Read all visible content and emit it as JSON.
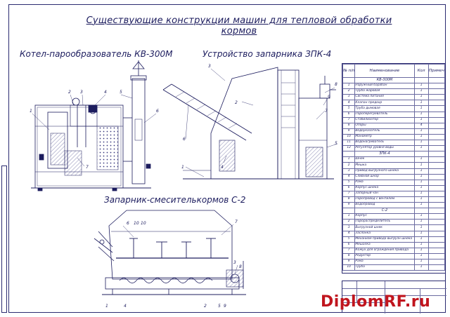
{
  "title": "Существующие конструкции машин для тепловой обработки кормов",
  "sections": {
    "kv": {
      "caption": "Котел-парообразователь КВ-300М"
    },
    "epk": {
      "caption": "Устройство запарника ЗПК-4"
    },
    "c2": {
      "caption": "Запарник-смесителькормов С-2"
    }
  },
  "callouts": {
    "kv": [
      "1",
      "2",
      "3",
      "4",
      "5",
      "6",
      "7"
    ],
    "epk": [
      "1",
      "2",
      "3",
      "4",
      "5",
      "6",
      "7",
      "8",
      "9"
    ],
    "c2": [
      "1",
      "2",
      "3",
      "4",
      "5",
      "6",
      "7",
      "8",
      "9",
      "10",
      "10"
    ]
  },
  "spec": {
    "headers": {
      "num": "№ п/п",
      "name": "Наименование",
      "qty": "Кол",
      "note": "Примеч"
    },
    "groups": [
      {
        "title": "КВ-300М",
        "rows": [
          {
            "n": "1",
            "name": "Наружный барабан",
            "q": "1"
          },
          {
            "n": "2",
            "name": "Труба жаровая",
            "q": "1"
          },
          {
            "n": "3",
            "name": "Система питания",
            "q": "1"
          },
          {
            "n": "4",
            "name": "Клапан предохр",
            "q": "1"
          },
          {
            "n": "5",
            "name": "Труба дымовая",
            "q": "1"
          },
          {
            "n": "6",
            "name": "Пароперегреватель",
            "q": "1"
          },
          {
            "n": "7",
            "name": "Стабилизатор",
            "q": "1"
          },
          {
            "n": "8",
            "name": "Опоры",
            "q": "4"
          },
          {
            "n": "9",
            "name": "Водоуказатель",
            "q": "1"
          },
          {
            "n": "10",
            "name": "Манометр",
            "q": "1"
          },
          {
            "n": "11",
            "name": "Водонагреватель",
            "q": "1"
          },
          {
            "n": "12",
            "name": "Регулятор уровня воды",
            "q": "1"
          }
        ]
      },
      {
        "title": "ЗПК-4",
        "rows": [
          {
            "n": "1",
            "name": "Шнек",
            "q": "1"
          },
          {
            "n": "2",
            "name": "Мешка",
            "q": "1"
          },
          {
            "n": "3",
            "name": "Привод выгрузного шнека",
            "q": "1"
          },
          {
            "n": "4",
            "name": "Сливной шнор",
            "q": "1"
          },
          {
            "n": "5",
            "name": "Рама",
            "q": "1"
          },
          {
            "n": "6",
            "name": "Корпус шнека",
            "q": "1"
          },
          {
            "n": "7",
            "name": "Запорный чан",
            "q": "1"
          },
          {
            "n": "8",
            "name": "Паропровод с вентилем",
            "q": "1"
          },
          {
            "n": "9",
            "name": "Водопровод",
            "q": "1"
          }
        ]
      },
      {
        "title": "С-2",
        "rows": [
          {
            "n": "1",
            "name": "Корпус",
            "q": "1"
          },
          {
            "n": "2",
            "name": "Парораспределитель",
            "q": "1"
          },
          {
            "n": "3",
            "name": "Выгрузной шнек",
            "q": "1"
          },
          {
            "n": "4",
            "name": "Заслонка",
            "q": "1"
          },
          {
            "n": "5",
            "name": "Механизм привода выгрузн шнека",
            "q": "1"
          },
          {
            "n": "6",
            "name": "Мешалка",
            "q": "1"
          },
          {
            "n": "7",
            "name": "Кожух для ограждения привода",
            "q": "1"
          },
          {
            "n": "8",
            "name": "Редуктор",
            "q": "1"
          },
          {
            "n": "9",
            "name": "Рама",
            "q": "1"
          },
          {
            "n": "10",
            "name": "Труба",
            "q": "1"
          }
        ]
      }
    ]
  },
  "watermark": "DiplomRF.ru",
  "colors": {
    "ink": "#1c1c5e",
    "frame": "#2b2b70",
    "watermark": "#c0151e",
    "hatch": "#3a3a80"
  }
}
